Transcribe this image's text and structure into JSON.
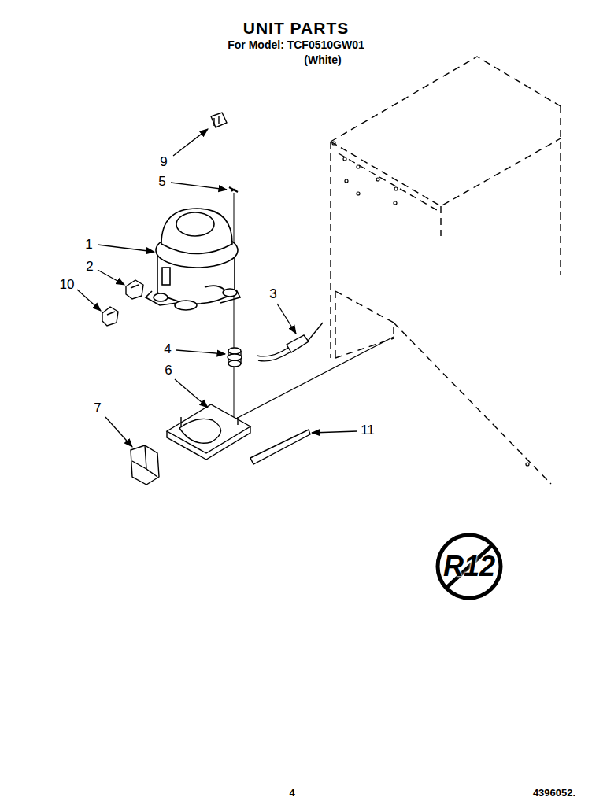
{
  "diagram": {
    "title": "UNIT PARTS",
    "labels": [
      "For Model: TCF0510GW01",
      "(White)",
      "9",
      "5",
      "1",
      "2",
      "10",
      "3",
      "4",
      "6",
      "7",
      "11",
      "R12",
      "4",
      "4396052."
    ]
  }
}
